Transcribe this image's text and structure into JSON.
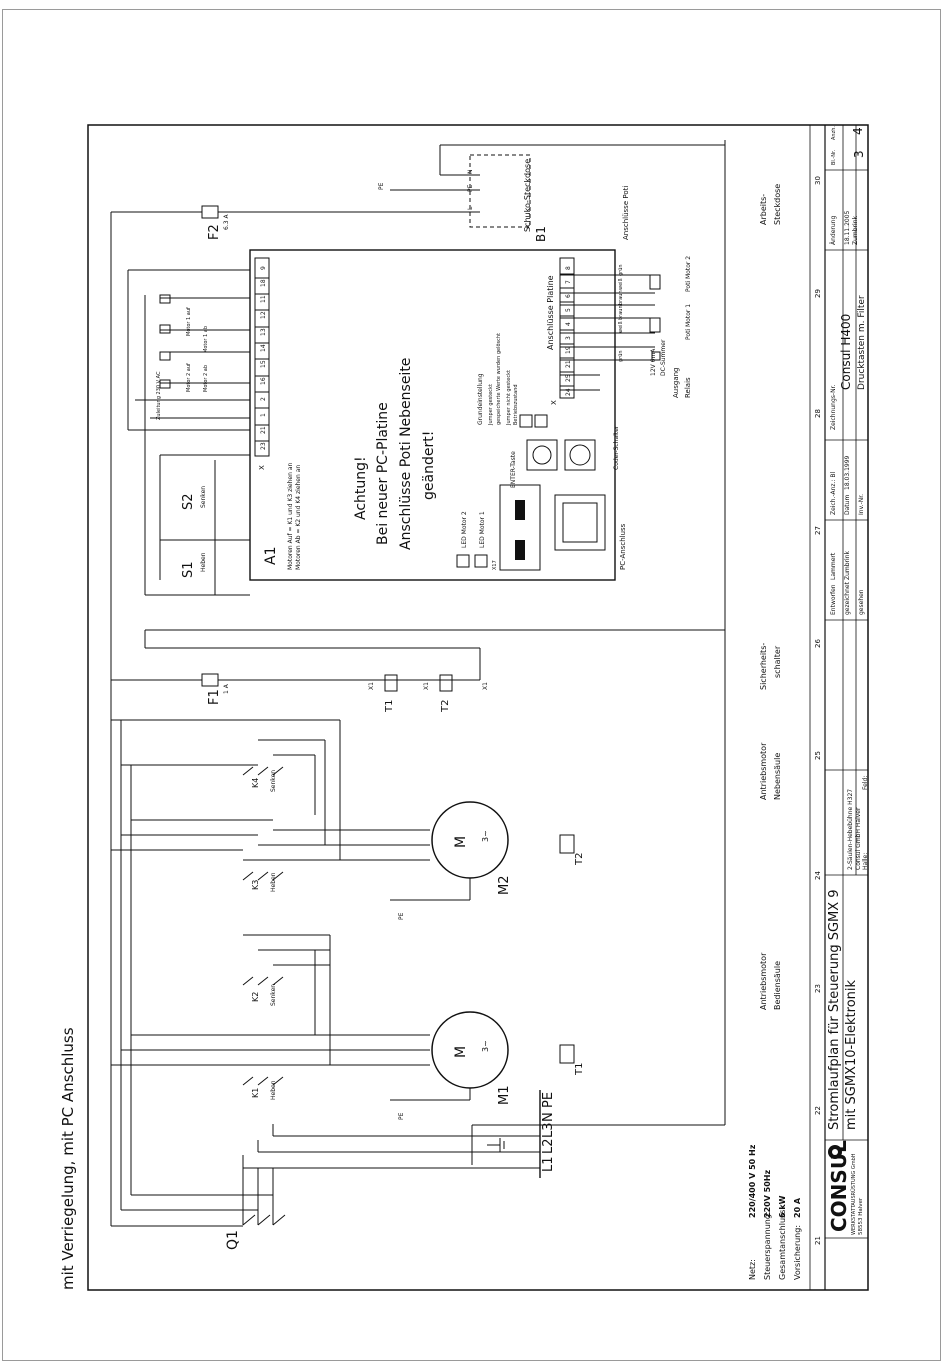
{
  "page_caption": "mit Verriegelung, mit PC Anschluss",
  "title_block": {
    "logo_text": "CONSUL",
    "company_small": "WERKSTATTAUSRÜSTUNG GmbH",
    "company_addr": "58553 Halver",
    "title_line1": "Stromlaufplan für Steuerung SGMX 9",
    "title_line2": "mit SGMX10-Elektronik",
    "project": "2-Säulen-Hebebühne H327",
    "customer": "Consul GmbH Halver",
    "halle": "Halle:",
    "feld": "Feld:",
    "entworfen": "Entworfen",
    "entworfen_val": "Lammert",
    "gezeichnet": "gezeichnet",
    "gezeichnet_val": "Zumbrink",
    "gesehen": "gesehen",
    "zeich_anz": "Zeich.-Anz.: Bl",
    "datum": "Datum",
    "datum_val": "18.03.1999",
    "inv_nr": "Inv.-Nr.",
    "zeichnungs_nr": "Zeichnungs-Nr.",
    "zeichnungs_val": "Consul H400",
    "subtitle": "Drucktasten m. Filter",
    "aenderung": "Änderung",
    "aenderung_date": "18.11.2005",
    "aenderung_by": "Zumbrink",
    "bl_nr": "Bl.-Nr.",
    "anz": "Anzh.",
    "sheet": "3",
    "sheets": "4"
  },
  "ruler": [
    "21",
    "22",
    "23",
    "24",
    "25",
    "26",
    "27",
    "28",
    "29",
    "30"
  ],
  "specs": {
    "netz_label": "Netz:",
    "netz_val": "220/400 V  50 Hz",
    "steuer_label": "Steuerspannung:",
    "steuer_val": "220V  50Hz",
    "gesamt_label": "Gesamtanschluss:",
    "gesamt_val": "6 kW",
    "vorsich_label": "Vorsicherung:",
    "vorsich_val": "20 A"
  },
  "mains": {
    "L1": "L1",
    "L2": "L2",
    "L3": "L3",
    "N": "N",
    "PE": "PE",
    "Q1": "Q1"
  },
  "contactors": {
    "K1": "K1",
    "K1_sub": "Heben",
    "K2": "K2",
    "K2_sub": "Senken",
    "K3": "K3",
    "K3_sub": "Heben",
    "K4": "K4",
    "K4_sub": "Senken"
  },
  "motors": {
    "M1": "M1",
    "M2": "M2",
    "M_label": "M",
    "phase": "3~",
    "m1_caption_1": "Antriebsmotor",
    "m1_caption_2": "Bediensäule",
    "m2_caption_1": "Antriebsmotor",
    "m2_caption_2": "Nebensäule"
  },
  "safety": {
    "T1": "T1",
    "T2": "T2",
    "F1": "F1",
    "F1_val": "1 A",
    "F2": "F2",
    "F2_val": "6.3 A",
    "caption_1": "Sicherheits-",
    "caption_2": "schalter",
    "x1": "X1"
  },
  "board": {
    "A1": "A1",
    "warn1": "Achtung!",
    "warn2": "Bei neuer PC-Platine",
    "warn3": "Anschlüsse Poti Nebenseite",
    "warn4": "geändert!",
    "note1": "Motoren Auf = K1 und K3 ziehen an",
    "note2": "Motoren Ab = K2 und K4 ziehen an",
    "led2": "LED Motor 2",
    "led1": "LED Motor 1",
    "x17": "X17",
    "pc": "PC-Anschluss",
    "enter": "ENTER-Taste",
    "coder": "Coder-Schalter",
    "grund": "Grundeinstellung",
    "grund2": "Jumper gesteckt",
    "grund3": "gespeicherte Werte wurden gelöscht",
    "betrieb": "Jumper nicht gesteckt",
    "betrieb2": "Betriebszustand",
    "s1": "S1",
    "s1_sub": "Heben",
    "s2": "S2",
    "s2_sub": "Senken",
    "zuleitung": "Zuleitung 230 V AC",
    "mot1auf": "Motor 1 auf",
    "mot1ab": "Motor 1 ab",
    "mot2auf": "Motor 2 auf",
    "mot2ab": "Motor 2 ab",
    "x": "X",
    "terminals": [
      "23",
      "21",
      "1",
      "2",
      "16",
      "15",
      "14",
      "13",
      "12",
      "11",
      "18",
      "9"
    ]
  },
  "platine": {
    "title": "Anschlüsse Platine",
    "x": "X",
    "terminals": [
      "24",
      "25",
      "21",
      "19",
      "3",
      "4",
      "5",
      "6",
      "7",
      "8"
    ],
    "relais": "Relais",
    "ausgang": "Ausgang",
    "dcsummer1": "DC-Summer",
    "dcsummer2": "12V 6mA",
    "poti1": "Poti Motor 1",
    "poti2": "Poti Motor 2",
    "gruen": "grün",
    "weiss": "weiß",
    "braun": "braun"
  },
  "outlet": {
    "B1": "B1",
    "name": "Schuko-Steckdose",
    "L": "L",
    "N": "N",
    "PE": "PE",
    "arbeits1": "Arbeits-",
    "arbeits2": "Steckdose",
    "poti_title": "Anschlüsse Poti"
  }
}
